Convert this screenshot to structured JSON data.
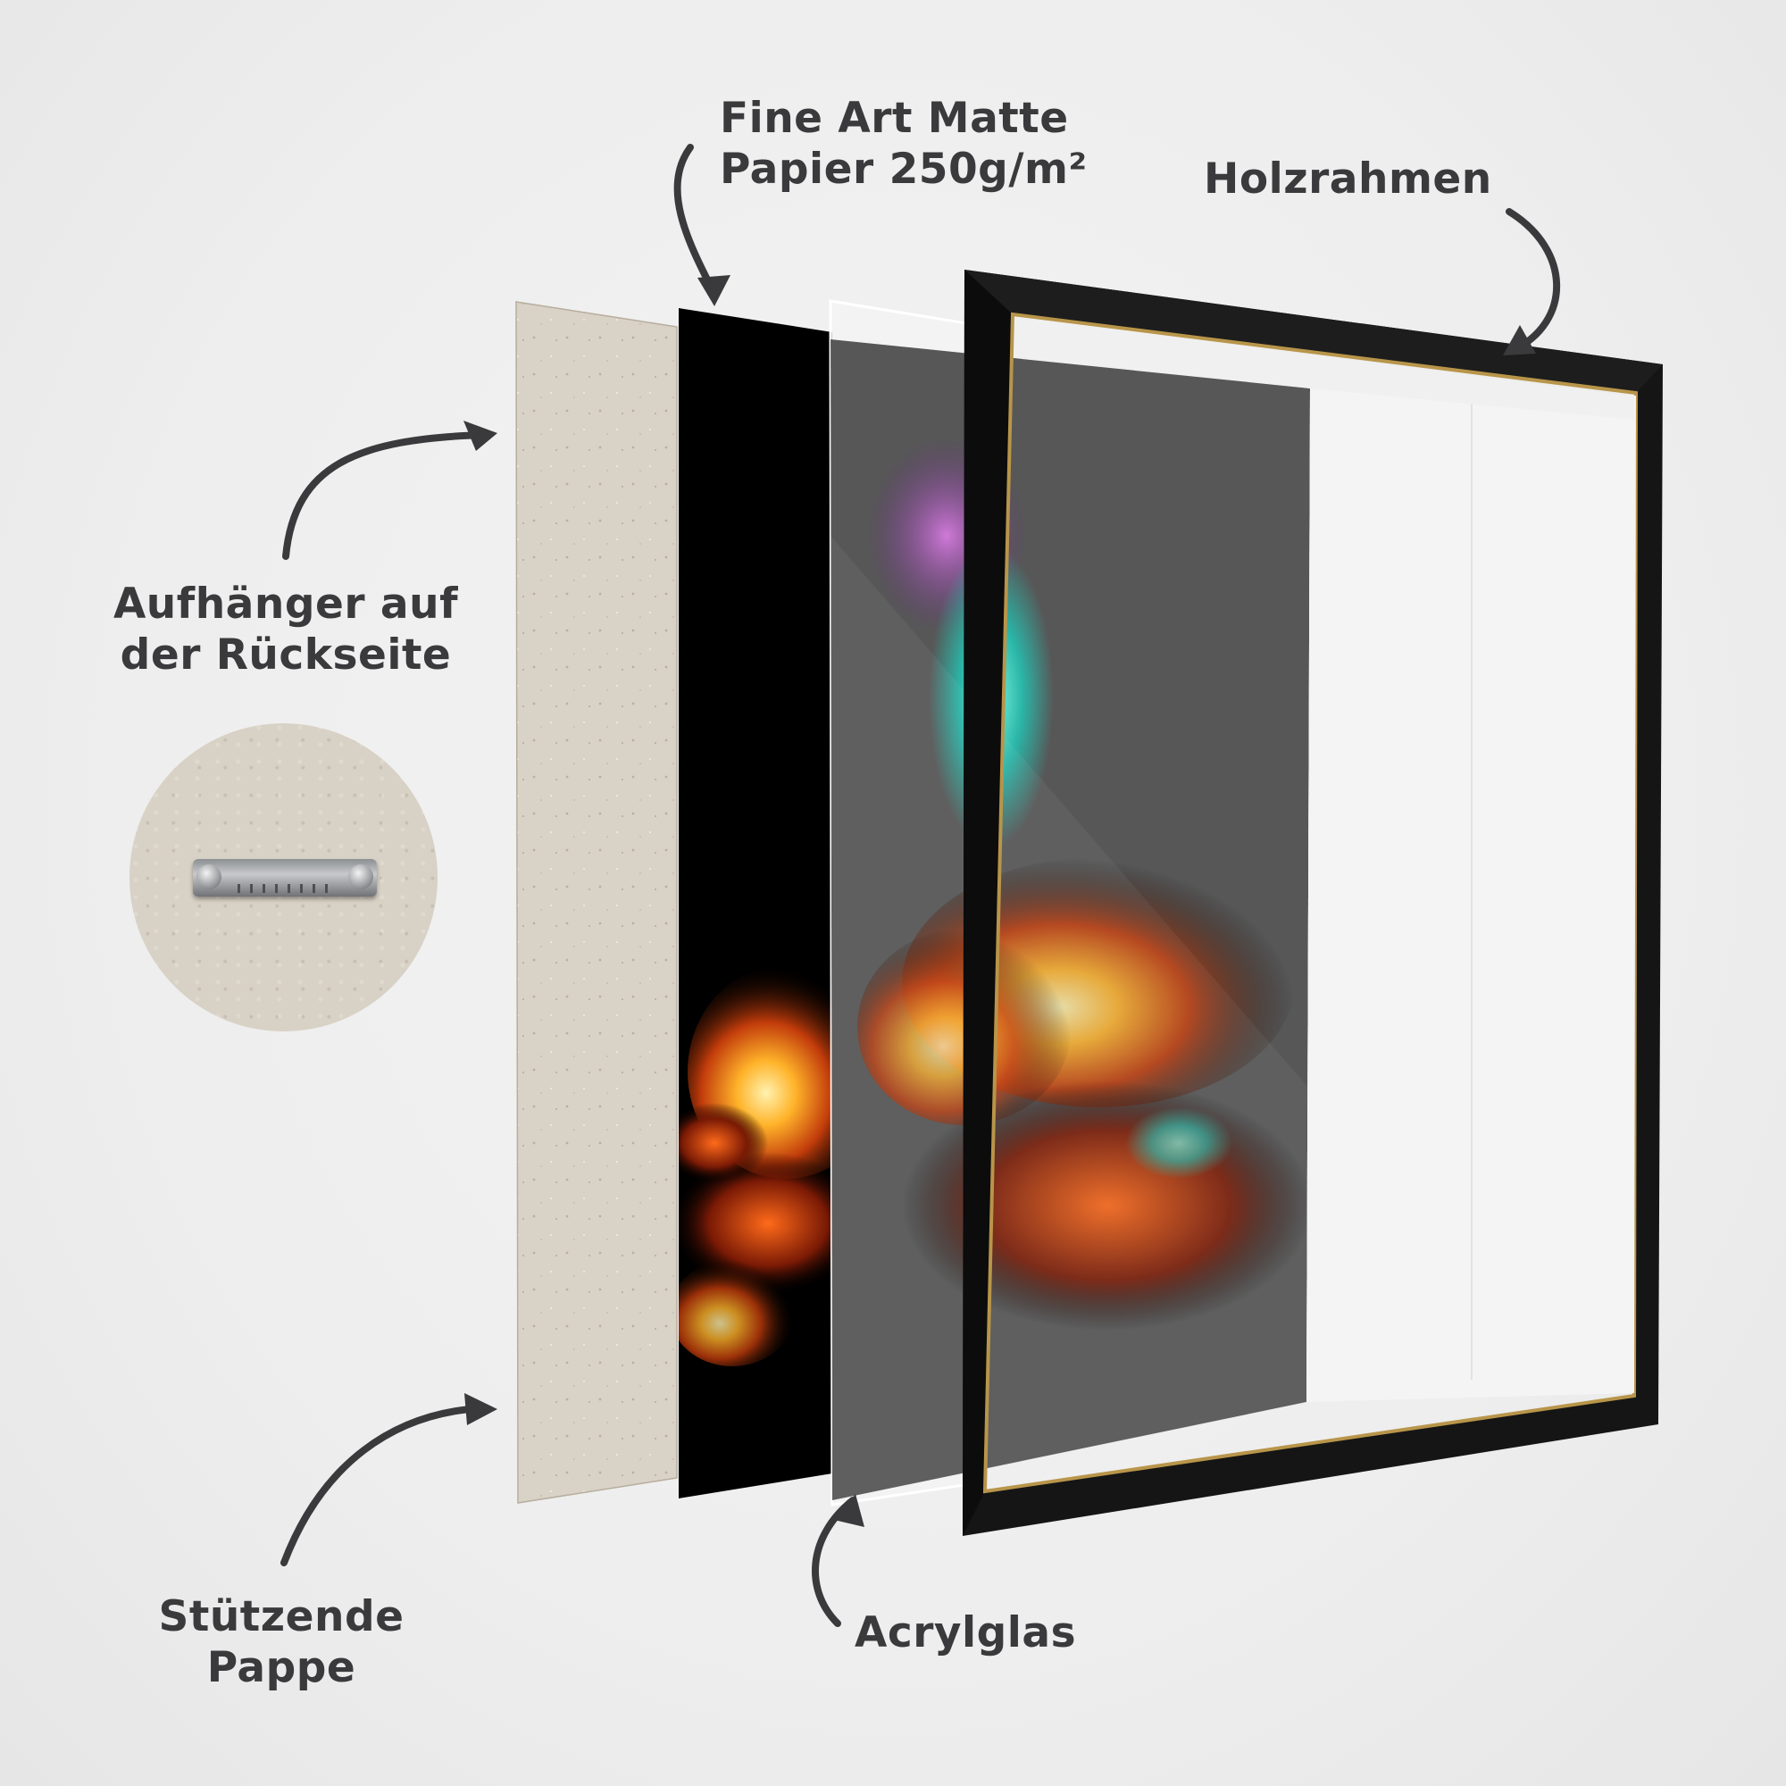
{
  "labels": {
    "paper": {
      "line1": "Fine Art Matte",
      "line2": "Papier 250g/m²"
    },
    "frame": {
      "text": "Holzrahmen"
    },
    "hanger": {
      "line1": "Aufhänger auf",
      "line2": "der Rückseite"
    },
    "backing_board": {
      "line1": "Stützende",
      "line2": "Pappe"
    },
    "acrylic": {
      "text": "Acrylglas"
    }
  },
  "layers": [
    {
      "name": "Stützende Pappe",
      "material": "cardboard",
      "color": "#d9d2c6"
    },
    {
      "name": "Fine Art Matte Papier 250g/m²",
      "material": "photo print",
      "color": "#000000"
    },
    {
      "name": "Acrylglas",
      "material": "acrylic glass",
      "color": "#5a5a5a"
    },
    {
      "name": "Holzrahmen",
      "material": "wood frame",
      "color": "#161616",
      "inner_edge_color": "#b8954a"
    }
  ],
  "colors": {
    "background": "#efefef",
    "text": "#3a3a3c",
    "arrow": "#3a3a3c"
  }
}
